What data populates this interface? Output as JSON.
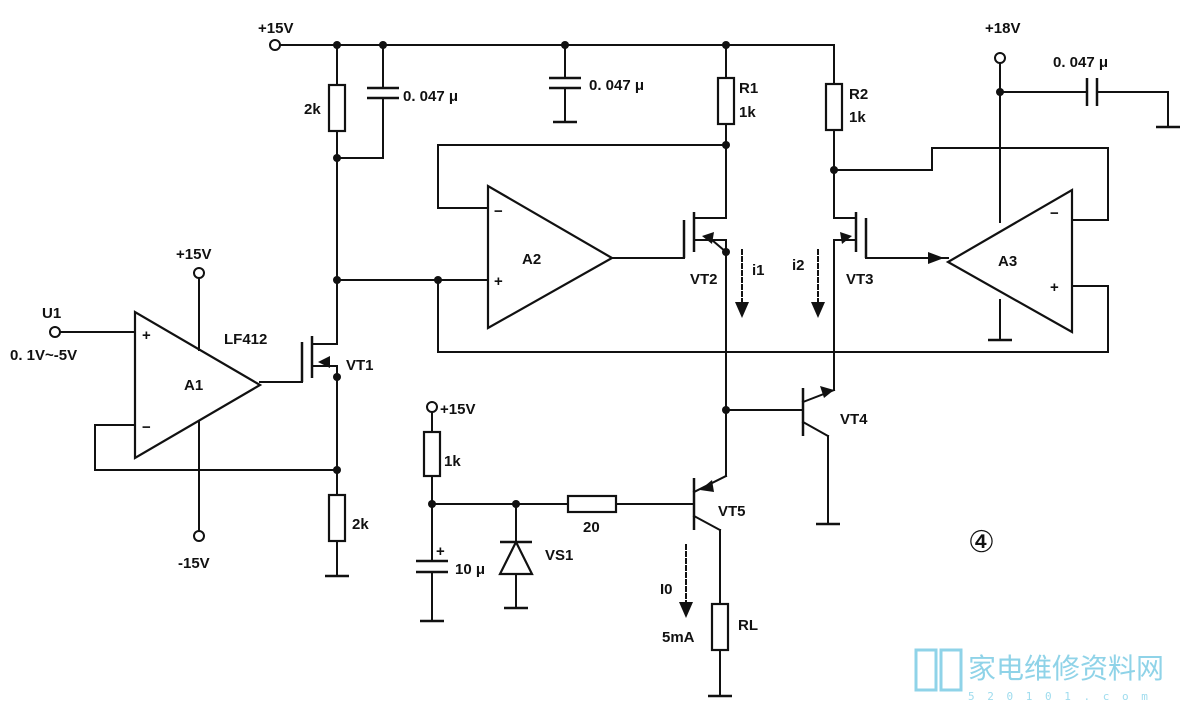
{
  "labels": {
    "v15_top": "+15V",
    "v18": "+18V",
    "cap_a": "0. 047 μ",
    "cap_b": "0. 047 μ",
    "cap_c": "0. 047 μ",
    "r_2k_top": "2k",
    "r_2k_bot": "2k",
    "r1": "R1",
    "r1_val": "1k",
    "r2": "R2",
    "r2_val": "1k",
    "a1": "A1",
    "a2": "A2",
    "a3": "A3",
    "lf412": "LF412",
    "u1": "U1",
    "u1_range": "0. 1V~-5V",
    "a1_v_pos": "+15V",
    "a1_v_neg": "-15V",
    "vt1": "VT1",
    "vt2": "VT2",
    "vt3": "VT3",
    "vt4": "VT4",
    "vt5": "VT5",
    "i1": "i1",
    "i2": "i2",
    "v15_mid": "+15V",
    "r_1k": "1k",
    "cap_10u": "10 μ",
    "vs1": "VS1",
    "r20": "20",
    "io": "I0",
    "io_val": "5mA",
    "rl": "RL",
    "fig_no": "④",
    "plus": "+",
    "minus": "−"
  },
  "watermark": {
    "cn": "家电维修资料网",
    "url": "5 2 0 1 0 1 . c o m"
  }
}
